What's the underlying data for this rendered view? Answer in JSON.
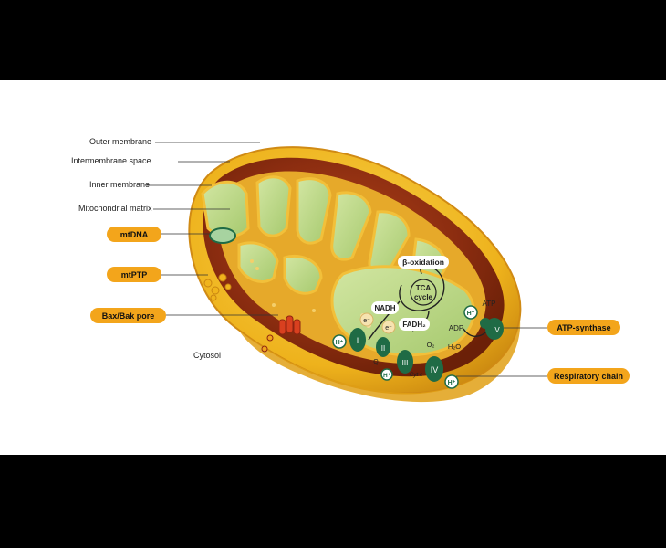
{
  "labels": {
    "outer_membrane": "Outer membrane",
    "intermembrane_space": "Intermembrane space",
    "inner_membrane": "Inner membrane",
    "mitochondrial_matrix": "Mitochondrial matrix",
    "cytosol": "Cytosol"
  },
  "callouts": {
    "mtdna": "mtDNA",
    "mtptp": "mtPTP",
    "bax_bak": "Bax/Bak pore",
    "atp_synthase": "ATP-synthase",
    "respiratory_chain": "Respiratory chain"
  },
  "metabolism": {
    "beta_oxidation": "β-oxidation",
    "tca_line1": "TCA",
    "tca_line2": "cycle",
    "nadh": "NADH",
    "fadh2": "FADH₂",
    "electron": "e⁻",
    "proton": "H⁺",
    "atp": "ATP",
    "adp": "ADP",
    "o2": "O₂",
    "h2o": "H₂O",
    "q": "Q",
    "cyt_c": "Cyt c"
  },
  "complexes": [
    "I",
    "II",
    "III",
    "IV",
    "V"
  ],
  "colors": {
    "pill": "#f3a51b",
    "outer": "#f0b41c",
    "matrix": "#bcd98a",
    "complex": "#1f6b45"
  }
}
